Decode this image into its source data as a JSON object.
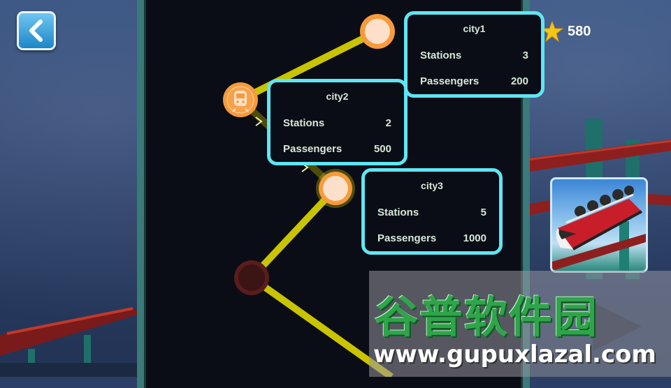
{
  "score": {
    "value": "580",
    "icon": "star-icon",
    "color": "#f5c518"
  },
  "back_button": {
    "icon": "chevron-left-icon"
  },
  "cities": [
    {
      "name": "city1",
      "stations_label": "Stations",
      "stations": "3",
      "passengers_label": "Passengers",
      "passengers": "200"
    },
    {
      "name": "city2",
      "stations_label": "Stations",
      "stations": "2",
      "passengers_label": "Passengers",
      "passengers": "500"
    },
    {
      "name": "city3",
      "stations_label": "Stations",
      "stations": "5",
      "passengers_label": "Passengers",
      "passengers": "1000"
    }
  ],
  "map": {
    "route_color": "#c9c400",
    "node_color": "#f79a3a",
    "node_fill": "#fde0c9",
    "locked_node_color": "#3b1414",
    "train_icon": "train-icon"
  },
  "level_thumbnail": {
    "icon": "roller-coaster-train-icon"
  },
  "watermark": {
    "title": "谷普软件园",
    "url": "www.gupuxlazal.com"
  },
  "colors": {
    "card_border": "#5ee6f2",
    "panel_border": "#3a7a78",
    "button_blue": "#1d86c8"
  }
}
